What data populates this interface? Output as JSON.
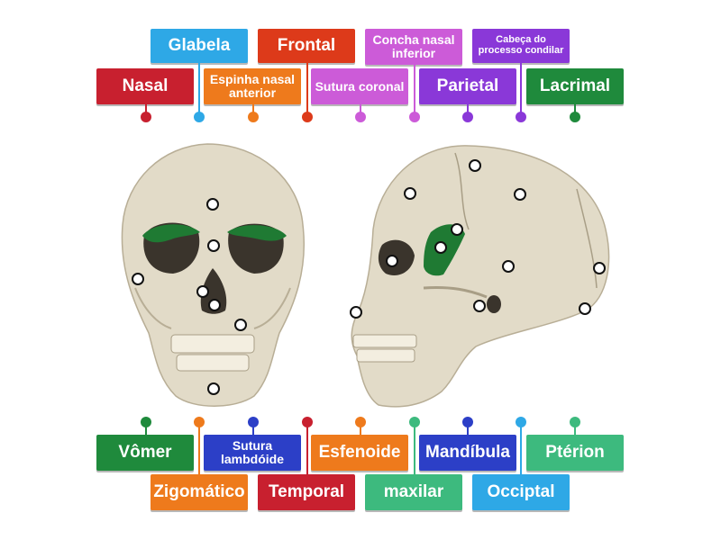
{
  "colors": {
    "crimson": "#c8202f",
    "sky": "#2ea8e6",
    "orange_red": "#dd3a1a",
    "orange": "#ee7a1c",
    "orchid": "#cc5bd8",
    "violet": "#8a38d8",
    "green": "#1f8a3c",
    "navy": "#2c3fc7",
    "teal": "#3dba7e",
    "bone": "#e2dbc8",
    "green_region": "#1f7a33"
  },
  "labels_top": [
    {
      "text": "Glabela",
      "icon": "pin-icon"
    },
    {
      "text": "Frontal",
      "icon": "pin-icon"
    },
    {
      "text": "Concha nasal inferior",
      "icon": "pin-icon"
    },
    {
      "text": "Cabeça do processo condilar",
      "icon": "pin-icon"
    },
    {
      "text": "Nasal",
      "icon": "pin-icon"
    },
    {
      "text": "Espinha nasal anterior",
      "icon": "pin-icon"
    },
    {
      "text": "Sutura coronal",
      "icon": "pin-icon"
    },
    {
      "text": "Parietal",
      "icon": "pin-icon"
    },
    {
      "text": "Lacrimal",
      "icon": "pin-icon"
    }
  ],
  "labels_bottom": [
    {
      "text": "Vômer",
      "icon": "pin-icon"
    },
    {
      "text": "Sutura lambdóide",
      "icon": "pin-icon"
    },
    {
      "text": "Esfenoide",
      "icon": "pin-icon"
    },
    {
      "text": "Mandíbula",
      "icon": "pin-icon"
    },
    {
      "text": "Ptérion",
      "icon": "pin-icon"
    },
    {
      "text": "Zigomático",
      "icon": "pin-icon"
    },
    {
      "text": "Temporal",
      "icon": "pin-icon"
    },
    {
      "text": "maxilar",
      "icon": "pin-icon"
    },
    {
      "text": "Occiptal",
      "icon": "pin-icon"
    }
  ],
  "images": {
    "front_skull": "skull-front-view",
    "side_skull": "skull-lateral-view"
  }
}
